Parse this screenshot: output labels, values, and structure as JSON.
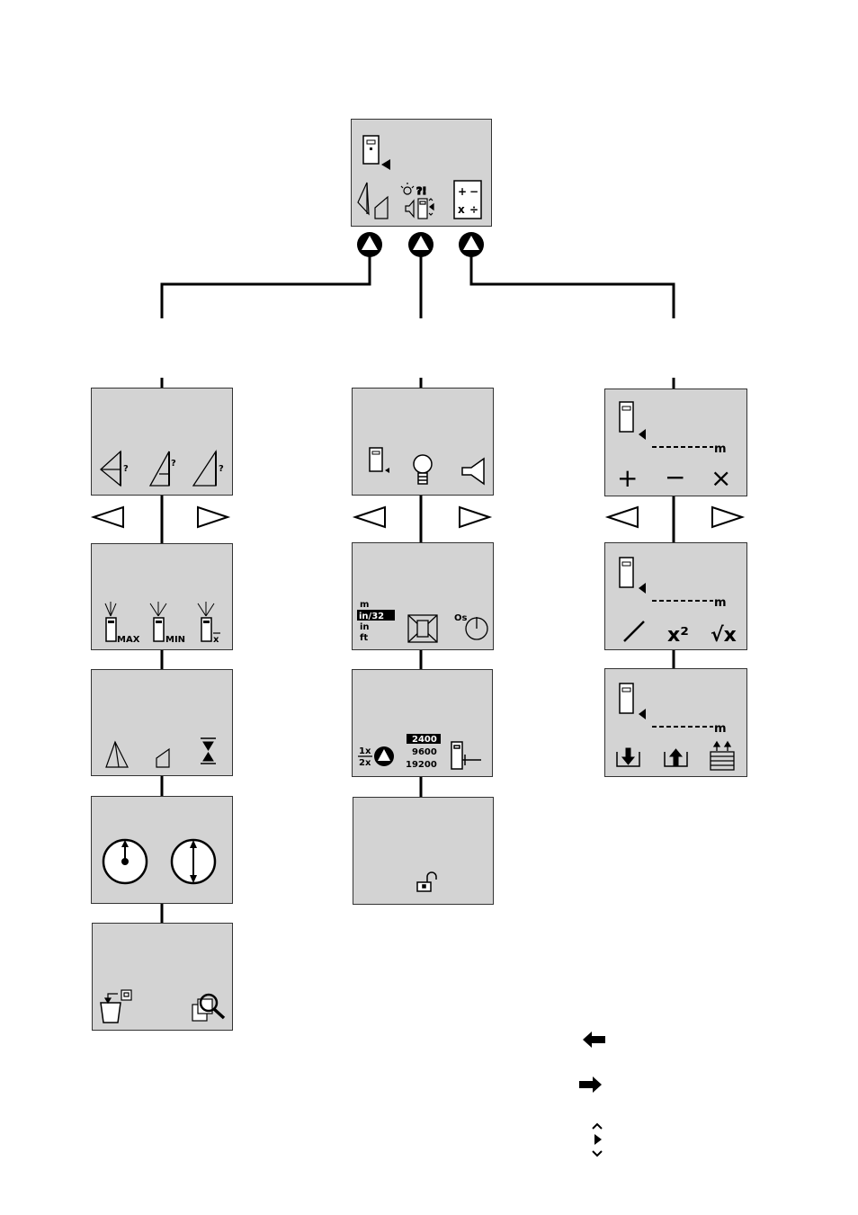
{
  "unit": "m",
  "ops": {
    "plus": "+",
    "minus": "−",
    "times": "×",
    "divide": "÷",
    "square": "x²",
    "sqrt": "√x",
    "x": "x"
  },
  "labels": {
    "query": "?",
    "query_bang": "?!",
    "max": "MAX",
    "min": "MIN",
    "units": [
      "m",
      "in/32",
      "in",
      "ft"
    ],
    "offset": "Os",
    "one_x": "1x",
    "two_x": "2x",
    "baud": [
      "2400",
      "9600",
      "19200"
    ]
  },
  "legend": [
    "arrow-left-icon",
    "arrow-right-icon",
    "navigate-up-down-icon"
  ]
}
